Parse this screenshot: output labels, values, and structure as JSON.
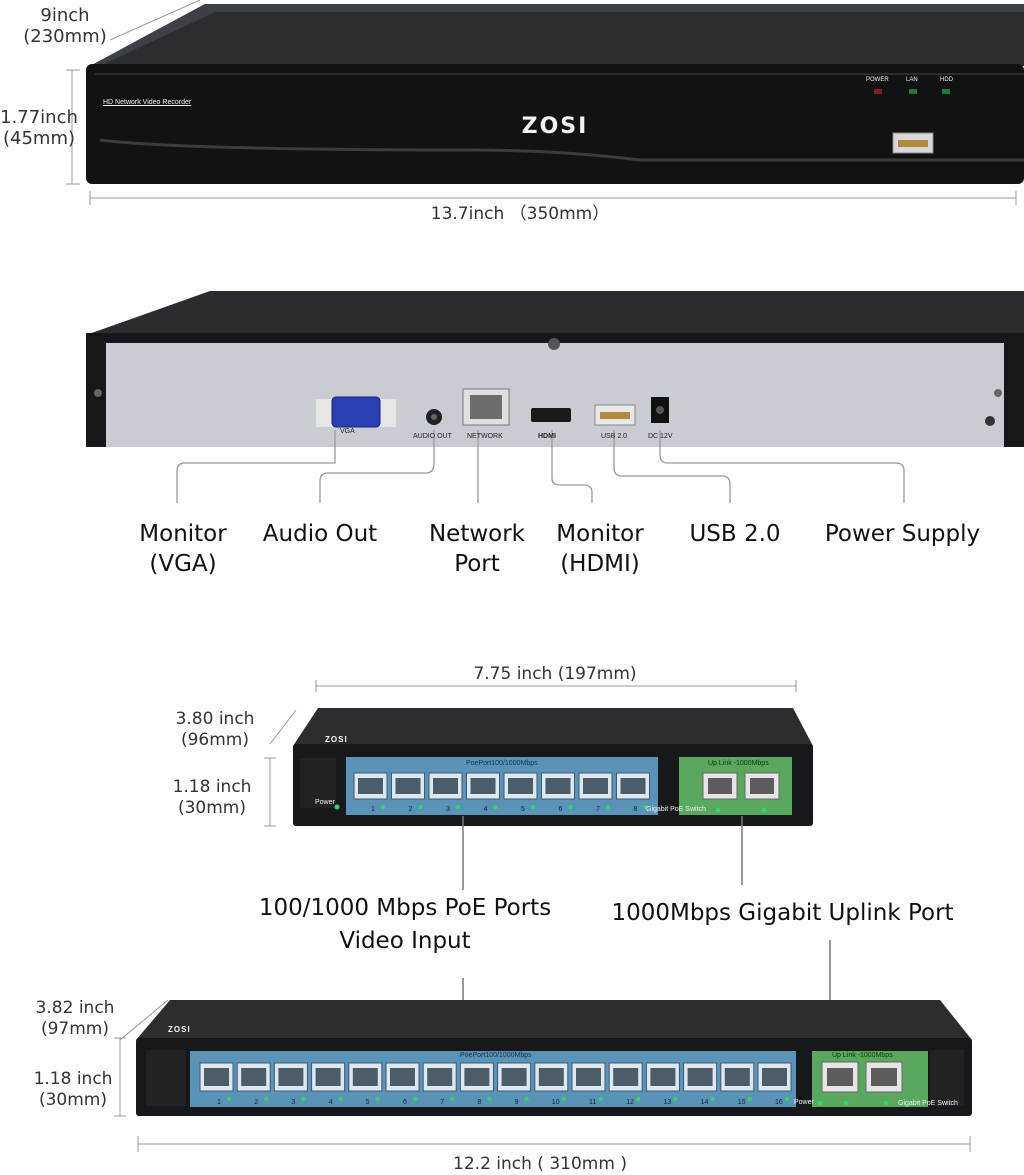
{
  "nvr_front": {
    "depth": "9inch",
    "depth_mm": "(230mm)",
    "height": "1.77inch",
    "height_mm": "(45mm)",
    "width": "13.7inch （350mm）",
    "model_text": "HD Network Video Recorder",
    "brand": "ZOSI",
    "led_power": "POWER",
    "led_lan": "LAN",
    "led_hdd": "HDD"
  },
  "nvr_back": {
    "port_vga": "VGA",
    "port_audio": "AUDIO OUT",
    "port_network": "NETWORK",
    "port_hdmi": "HDMI",
    "port_usb": "USB 2.0",
    "port_dc": "DC 12V",
    "callouts": {
      "vga_line1": "Monitor",
      "vga_line2": "(VGA)",
      "audio": "Audio Out",
      "network_line1": "Network",
      "network_line2": "Port",
      "hdmi_line1": "Monitor",
      "hdmi_line2": "(HDMI)",
      "usb": "USB 2.0",
      "power": "Power Supply"
    }
  },
  "switch8": {
    "width": "7.75 inch (197mm)",
    "depth": "3.80 inch",
    "depth_mm": "(96mm)",
    "height": "1.18 inch",
    "height_mm": "(30mm)",
    "brand": "ZOSI",
    "poe_title": "PoePort100/1000Mbps",
    "uplink_title": "Up Link -1000Mbps",
    "power_label": "Power",
    "model": "Gigabit PoE Switch",
    "port_numbers": [
      "1",
      "2",
      "3",
      "4",
      "5",
      "6",
      "7",
      "8"
    ]
  },
  "callouts_mid": {
    "poe_line1": "100/1000 Mbps PoE Ports",
    "poe_line2": "Video Input",
    "uplink": "1000Mbps Gigabit Uplink Port"
  },
  "switch16": {
    "width": "12.2 inch ( 310mm )",
    "depth": "3.82 inch",
    "depth_mm": "(97mm)",
    "height": "1.18 inch",
    "height_mm": "(30mm)",
    "brand": "ZOSI",
    "poe_title": "PoePort100/1000Mbps",
    "uplink_title": "Up Link -1000Mbps",
    "power_label": "Power",
    "model": "Gigabit PoE Switch",
    "port_numbers": [
      "1",
      "2",
      "3",
      "4",
      "5",
      "6",
      "7",
      "8",
      "9",
      "10",
      "11",
      "12",
      "13",
      "14",
      "15",
      "16"
    ]
  }
}
